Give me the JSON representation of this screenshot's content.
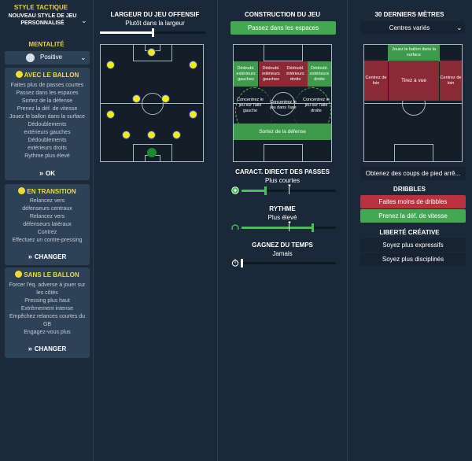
{
  "sidebar": {
    "tactic_style_title": "STYLE TACTIQUE",
    "tactic_style_name": "NOUVEAU STYLE DE JEU PERSONNALISÉ",
    "mentality_label": "MENTALITÉ",
    "mentality_value": "Positive",
    "in_possession": {
      "title": "AVEC LE BALLON",
      "items": [
        "Faites plus de passes courtes",
        "Passez dans les espaces",
        "Sortez de la défense",
        "Prenez la déf. de vitesse",
        "Jouez le ballon dans la surface",
        "Dédoublements extérieurs gauches",
        "Dédoublements extérieurs droits",
        "Rythme plus élevé"
      ],
      "button": "OK"
    },
    "in_transition": {
      "title": "EN TRANSITION",
      "items": [
        "Relancez vers défenseurs centraux",
        "Relancez vers défenseurs latéraux",
        "Contrez",
        "Effectuez un contre-pressing"
      ],
      "button": "CHANGER"
    },
    "out_of_possession": {
      "title": "SANS LE BALLON",
      "items": [
        "Forcer l'éq. adverse à jouer sur les côtés",
        "Pressing plus haut",
        "Extrêmement intense",
        "Empêchez relances courtes du GB",
        "Engagez-vous plus"
      ],
      "button": "CHANGER"
    }
  },
  "attacking_width": {
    "title": "LARGEUR DU JEU OFFENSIF",
    "value": "Plutôt dans la largeur",
    "level": 0.5
  },
  "build_up": {
    "title": "CONSTRUCTION DU JEU",
    "selected": "Passez dans les espaces",
    "zones": {
      "z1": "Dédoubl. extérieurs gauches",
      "z2": "Dédoubl. intérieurs gauches",
      "z3": "Dédoubl. intérieurs droits",
      "z4": "Dédoubl. extérieurs droits",
      "z5": "Concentrez le jeu sur l'aile gauche",
      "z6": "Concentrez le jeu dans l'axe",
      "z7": "Concentrez le jeu sur l'aile droite",
      "z8": "Sortez de la défense"
    }
  },
  "passing_directness": {
    "title": "CARACT. DIRECT DES PASSES",
    "value": "Plus courtes",
    "level": 0.25
  },
  "tempo": {
    "title": "RYTHME",
    "value": "Plus élevé",
    "level": 0.75
  },
  "time_wasting": {
    "title": "GAGNEZ DU TEMPS",
    "value": "Jamais",
    "level": 0.0
  },
  "final_third": {
    "title": "30 DERNIERS MÈTRES",
    "crossing_value": "Centres variés",
    "zones": {
      "z1": "Jouez le ballon dans la surface",
      "z2": "Centrez de loin",
      "z3": "Tirez à vue",
      "z4": "Centrez de loin"
    },
    "set_pieces": "Obtenez des coups de pied arrê...",
    "dribbling_title": "DRIBBLES",
    "dribble_less": "Faites moins de dribbles",
    "run_at_defence": "Prenez la déf. de vitesse",
    "creative_title": "LIBERTÉ CRÉATIVE",
    "more_expressive": "Soyez plus expressifs",
    "more_disciplined": "Soyez plus disciplinés"
  },
  "colors": {
    "accent_yellow": "#f0dc30",
    "green": "#44a752",
    "red": "#b8323f",
    "panel": "#2e4257"
  }
}
